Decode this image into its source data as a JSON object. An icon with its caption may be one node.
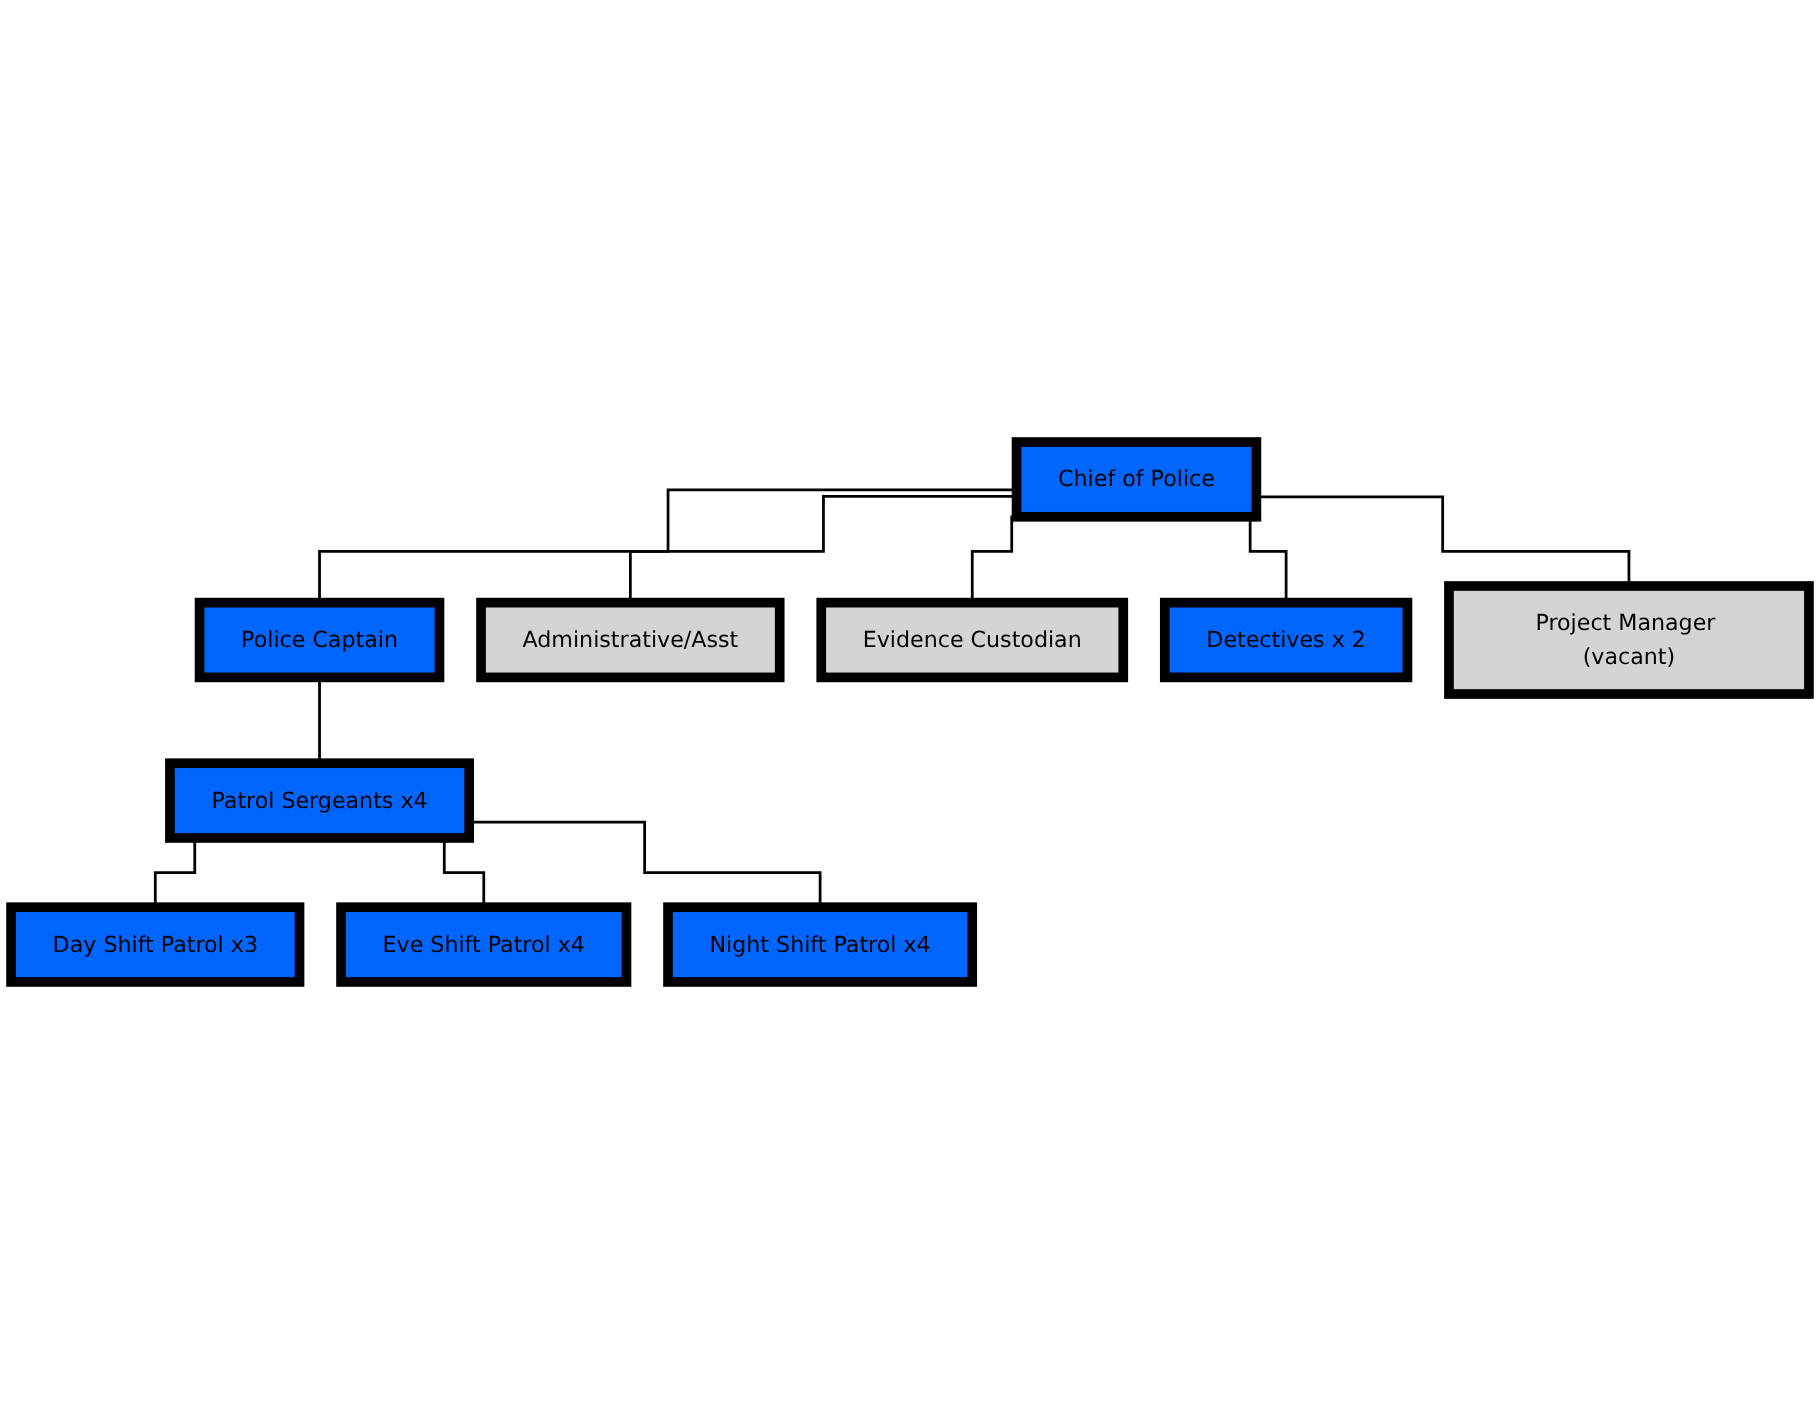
{
  "diagram": {
    "nodes": [
      {
        "text": [
          "Chief of Police"
        ]
      },
      {
        "text": [
          "Police Captain"
        ]
      },
      {
        "text": [
          "Administrative/Asst"
        ]
      },
      {
        "text": [
          "Evidence Custodian"
        ]
      },
      {
        "text": [
          "Detectives x 2"
        ]
      },
      {
        "text": [
          "Project Manager (vacant)"
        ]
      },
      {
        "text": [
          "Patrol Sergeants x4"
        ]
      },
      {
        "text": [
          "Day Shift Patrol x3"
        ]
      },
      {
        "text": [
          "Eve Shift Patrol x4"
        ]
      },
      {
        "text": [
          "Night Shift Patrol x4"
        ]
      }
    ],
    "edges": [
      {
        "from": 0,
        "to": 1,
        "arrow": "none"
      },
      {
        "from": 0,
        "to": 2,
        "arrow": "none"
      },
      {
        "from": 0,
        "to": 3,
        "arrow": "none"
      },
      {
        "from": 0,
        "to": 4,
        "arrow": "none"
      },
      {
        "from": 0,
        "to": 5,
        "arrow": "none"
      },
      {
        "from": 1,
        "to": 6,
        "arrow": "none"
      },
      {
        "from": 6,
        "to": 7,
        "arrow": "none"
      },
      {
        "from": 6,
        "to": 8,
        "arrow": "none"
      },
      {
        "from": 6,
        "to": 9,
        "arrow": "none"
      }
    ]
  }
}
